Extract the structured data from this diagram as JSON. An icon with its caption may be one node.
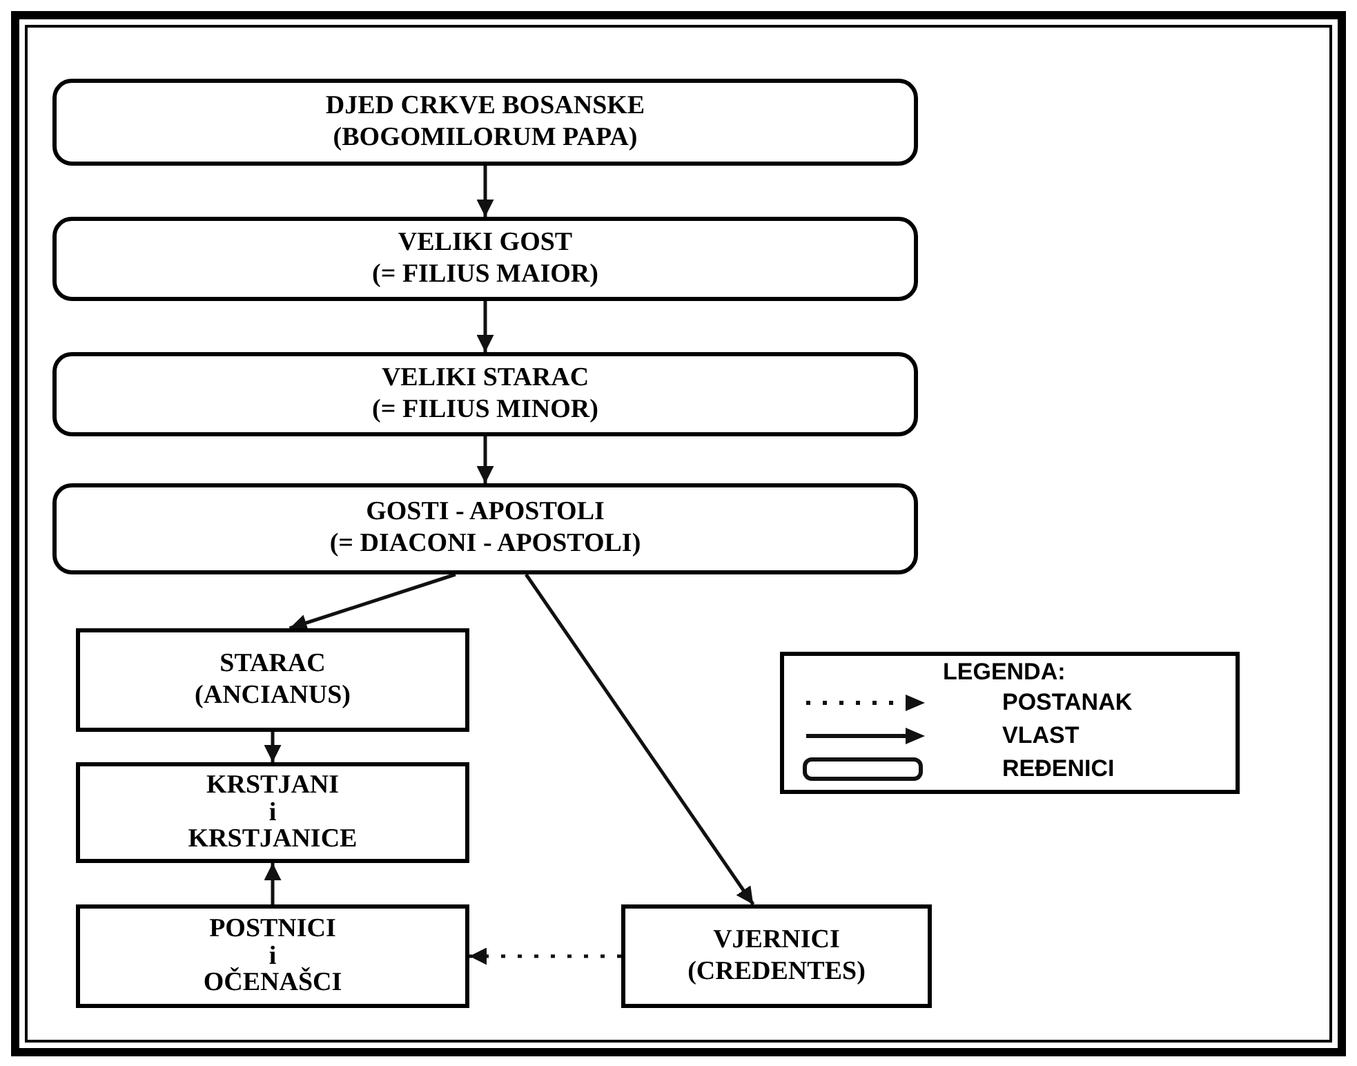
{
  "diagram": {
    "nodes": [
      {
        "text": [
          "DJED CRKVE BOSANSKE",
          "(BOGOMILORUM PAPA)"
        ]
      },
      {
        "text": [
          "VELIKI GOST",
          "(= FILIUS MAIOR)"
        ]
      },
      {
        "text": [
          "VELIKI STARAC",
          "(= FILIUS MINOR)"
        ]
      },
      {
        "text": [
          "GOSTI - APOSTOLI",
          "(= DIACONI - APOSTOLI)"
        ]
      },
      {
        "text": [
          "STARAC",
          "(ANCIANUS)"
        ]
      },
      {
        "text": [
          "KRSTJANI i KRSTJANICE"
        ]
      },
      {
        "text": [
          "POSTNICI i OČENAŠCI"
        ]
      },
      {
        "text": [
          "VJERNICI",
          "(CREDENTES)"
        ]
      }
    ],
    "edges": [
      {
        "from": 0,
        "to": 1,
        "arrow": "to"
      },
      {
        "from": 1,
        "to": 2,
        "arrow": "to"
      },
      {
        "from": 2,
        "to": 3,
        "arrow": "to"
      },
      {
        "from": 3,
        "to": 4,
        "arrow": "to"
      },
      {
        "from": 3,
        "to": 7,
        "arrow": "to"
      },
      {
        "from": 4,
        "to": 5,
        "arrow": "to"
      },
      {
        "from": 6,
        "to": 5,
        "arrow": "to"
      },
      {
        "from": 7,
        "to": 6,
        "arrow": "to",
        "style": "dashed"
      }
    ],
    "labels": [
      "LEGENDA:"
    ],
    "legend": [
      {
        "text": "POSTANAK"
      },
      {
        "text": "VLAST"
      },
      {
        "text": "REĐENICI"
      }
    ]
  }
}
